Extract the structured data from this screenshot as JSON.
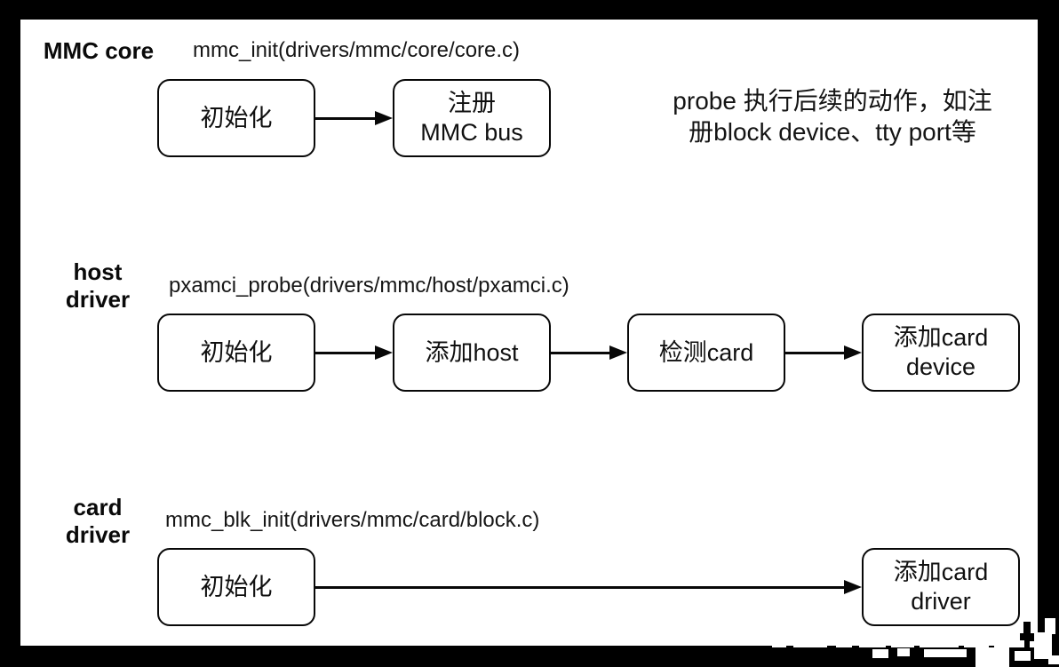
{
  "frame": {
    "border_color": "#000000",
    "canvas_color": "#ffffff"
  },
  "note": {
    "text": "probe 执行后续的动作，如注\n册block device、tty port等"
  },
  "rows": [
    {
      "label": "MMC core",
      "function": "mmc_init(drivers/mmc/core/core.c)",
      "boxes": [
        {
          "text": "初始化"
        },
        {
          "text": "注册\nMMC bus"
        }
      ]
    },
    {
      "label": "host\ndriver",
      "function": "pxamci_probe(drivers/mmc/host/pxamci.c)",
      "boxes": [
        {
          "text": "初始化"
        },
        {
          "text": "添加host"
        },
        {
          "text": "检测card"
        },
        {
          "text": "添加card\ndevice"
        }
      ]
    },
    {
      "label": "card\ndriver",
      "function": "mmc_blk_init(drivers/mmc/card/block.c)",
      "boxes": [
        {
          "text": "初始化"
        },
        {
          "text": "添加card\ndriver"
        }
      ]
    }
  ],
  "corruption_artifact": {
    "black_blocks": [
      [
        1148,
        713,
        44,
        38
      ],
      [
        1152,
        700,
        8,
        14
      ]
    ],
    "white_blocks": [
      [
        869,
        723,
        16,
        6
      ],
      [
        893,
        724,
        38,
        5
      ],
      [
        941,
        722,
        18,
        7
      ],
      [
        967,
        721,
        30,
        8
      ],
      [
        1003,
        722,
        26,
        7
      ],
      [
        1035,
        721,
        44,
        8
      ],
      [
        1085,
        722,
        28,
        7
      ],
      [
        1119,
        721,
        34,
        8
      ],
      [
        1159,
        722,
        14,
        7
      ],
      [
        982,
        731,
        18,
        10
      ],
      [
        1010,
        730,
        14,
        9
      ],
      [
        1040,
        731,
        48,
        9
      ],
      [
        1098,
        729,
        38,
        22
      ],
      [
        1142,
        733,
        18,
        11
      ],
      [
        1164,
        712,
        20,
        30
      ],
      [
        1176,
        696,
        12,
        18
      ],
      [
        1180,
        738,
        12,
        10
      ]
    ]
  }
}
